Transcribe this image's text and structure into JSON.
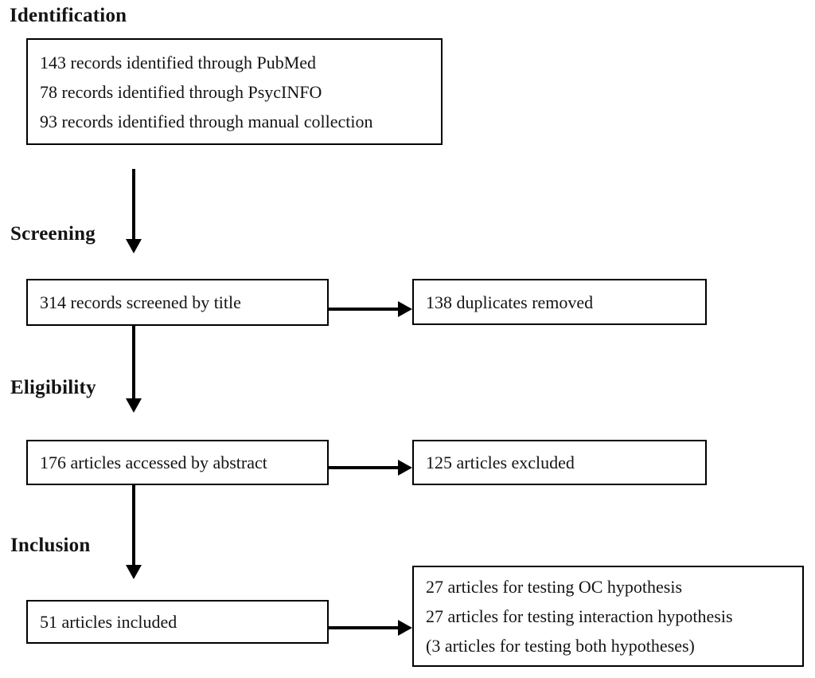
{
  "figure": {
    "stage_labels": [
      "Identification",
      "Screening",
      "Eligibility",
      "Inclusion"
    ],
    "boxes": {
      "identification": {
        "lines": [
          "143 records identified through PubMed",
          "78 records identified through PsycINFO",
          "93 records identified through manual collection"
        ]
      },
      "screened": {
        "lines": [
          "314 records screened by title"
        ]
      },
      "duplicates": {
        "lines": [
          "138 duplicates removed"
        ]
      },
      "abstract": {
        "lines": [
          "176 articles accessed by abstract"
        ]
      },
      "excluded": {
        "lines": [
          "125 articles excluded"
        ]
      },
      "included": {
        "lines": [
          "51 articles included"
        ]
      },
      "hypotheses": {
        "lines": [
          "27 articles for testing OC hypothesis",
          "27 articles for testing interaction hypothesis",
          "(3 articles for testing both hypotheses)"
        ]
      }
    },
    "colors": {
      "ink": "#000000",
      "background": "#ffffff",
      "text": "#141414"
    }
  }
}
